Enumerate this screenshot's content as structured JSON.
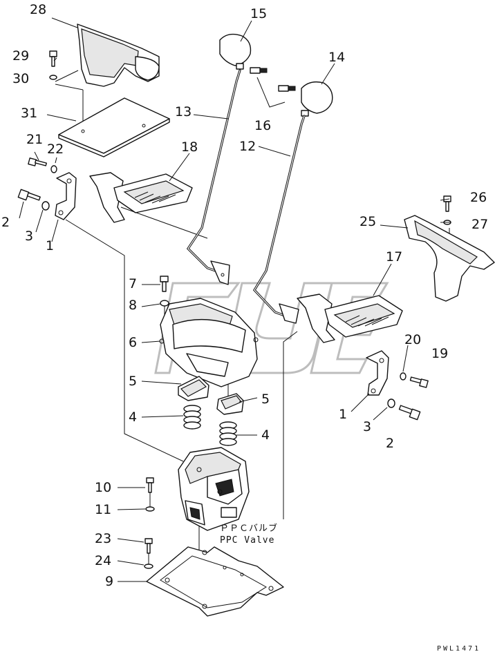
{
  "callouts": [
    {
      "id": "c28",
      "text": "28"
    },
    {
      "id": "c29",
      "text": "29"
    },
    {
      "id": "c30",
      "text": "30"
    },
    {
      "id": "c31",
      "text": "31"
    },
    {
      "id": "c21",
      "text": "21"
    },
    {
      "id": "c22",
      "text": "22"
    },
    {
      "id": "c2a",
      "text": "2"
    },
    {
      "id": "c3a",
      "text": "3"
    },
    {
      "id": "c1a",
      "text": "1"
    },
    {
      "id": "c15",
      "text": "15"
    },
    {
      "id": "c13",
      "text": "13"
    },
    {
      "id": "c14",
      "text": "14"
    },
    {
      "id": "c16",
      "text": "16"
    },
    {
      "id": "c12",
      "text": "12"
    },
    {
      "id": "c18",
      "text": "18"
    },
    {
      "id": "c26",
      "text": "26"
    },
    {
      "id": "c25",
      "text": "25"
    },
    {
      "id": "c27",
      "text": "27"
    },
    {
      "id": "c17",
      "text": "17"
    },
    {
      "id": "c7",
      "text": "7"
    },
    {
      "id": "c8",
      "text": "8"
    },
    {
      "id": "c6",
      "text": "6"
    },
    {
      "id": "c5a",
      "text": "5"
    },
    {
      "id": "c5b",
      "text": "5"
    },
    {
      "id": "c4a",
      "text": "4"
    },
    {
      "id": "c4b",
      "text": "4"
    },
    {
      "id": "c20",
      "text": "20"
    },
    {
      "id": "c19",
      "text": "19"
    },
    {
      "id": "c1b",
      "text": "1"
    },
    {
      "id": "c3b",
      "text": "3"
    },
    {
      "id": "c2b",
      "text": "2"
    },
    {
      "id": "c10",
      "text": "10"
    },
    {
      "id": "c11",
      "text": "11"
    },
    {
      "id": "c23",
      "text": "23"
    },
    {
      "id": "c24",
      "text": "24"
    },
    {
      "id": "c9",
      "text": "9"
    }
  ],
  "ppc_label_jp": "ＰＰＣバルブ",
  "ppc_label_en": "PPC Valve",
  "drawing_code": "PWL1471"
}
